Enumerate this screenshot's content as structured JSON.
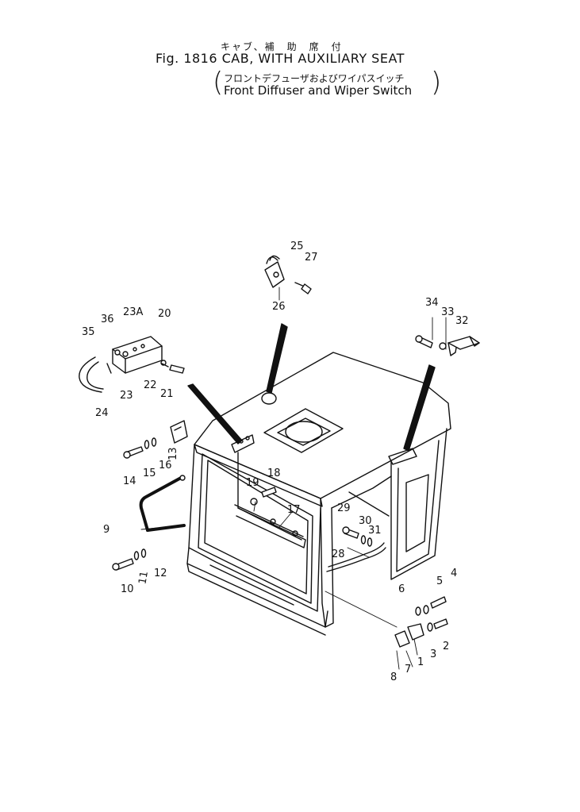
{
  "header": {
    "title_ja": "キャブ、補　助　席　付",
    "title_main": "Fig. 1816 CAB, WITH AUXILIARY SEAT",
    "subtitle_ja": "フロントデフューザおよびワイパスイッチ",
    "subtitle_en": "Front Diffuser and Wiper Switch"
  },
  "callouts": [
    {
      "id": "25",
      "label": "25"
    },
    {
      "id": "27",
      "label": "27"
    },
    {
      "id": "26",
      "label": "26"
    },
    {
      "id": "34",
      "label": "34"
    },
    {
      "id": "33",
      "label": "33"
    },
    {
      "id": "32",
      "label": "32"
    },
    {
      "id": "36",
      "label": "36"
    },
    {
      "id": "23A",
      "label": "23A"
    },
    {
      "id": "20",
      "label": "20"
    },
    {
      "id": "35",
      "label": "35"
    },
    {
      "id": "22",
      "label": "22"
    },
    {
      "id": "21",
      "label": "21"
    },
    {
      "id": "23",
      "label": "23"
    },
    {
      "id": "24",
      "label": "24"
    },
    {
      "id": "13",
      "label": "13"
    },
    {
      "id": "16",
      "label": "16"
    },
    {
      "id": "15",
      "label": "15"
    },
    {
      "id": "14",
      "label": "14"
    },
    {
      "id": "18",
      "label": "18"
    },
    {
      "id": "19",
      "label": "19"
    },
    {
      "id": "17",
      "label": "17"
    },
    {
      "id": "9",
      "label": "9"
    },
    {
      "id": "10",
      "label": "10"
    },
    {
      "id": "11",
      "label": "11"
    },
    {
      "id": "12",
      "label": "12"
    },
    {
      "id": "29",
      "label": "29"
    },
    {
      "id": "30",
      "label": "30"
    },
    {
      "id": "31",
      "label": "31"
    },
    {
      "id": "28",
      "label": "28"
    },
    {
      "id": "4",
      "label": "4"
    },
    {
      "id": "5",
      "label": "5"
    },
    {
      "id": "6",
      "label": "6"
    },
    {
      "id": "2",
      "label": "2"
    },
    {
      "id": "3",
      "label": "3"
    },
    {
      "id": "1",
      "label": "1"
    },
    {
      "id": "7",
      "label": "7"
    },
    {
      "id": "8",
      "label": "8"
    }
  ]
}
